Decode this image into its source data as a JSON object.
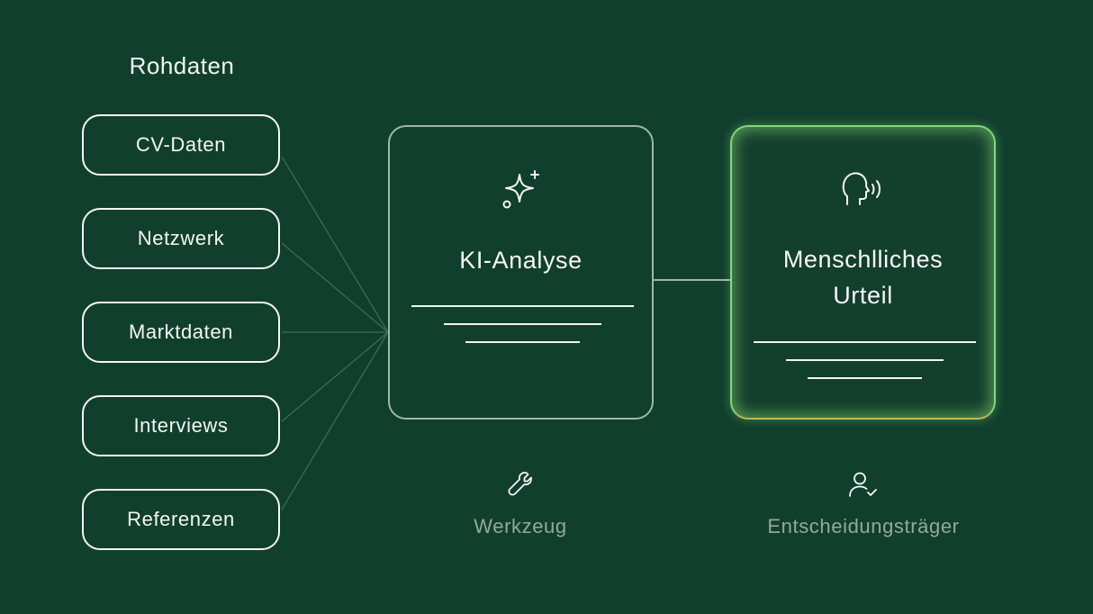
{
  "raw_data": {
    "heading": "Rohdaten",
    "items": [
      {
        "label": "CV-Daten"
      },
      {
        "label": "Netzwerk"
      },
      {
        "label": "Marktdaten"
      },
      {
        "label": "Interviews"
      },
      {
        "label": "Referenzen"
      }
    ]
  },
  "ai_card": {
    "title": "KI-Analyse",
    "icon": "sparkles-icon"
  },
  "human_card": {
    "title_line1": "Menschlliches",
    "title_line2": "Urteil",
    "icon": "head-speaking-icon"
  },
  "captions": {
    "tool": "Werkzeug",
    "tool_icon": "wrench-icon",
    "decision": "Entscheidungsträger",
    "decision_icon": "user-check-icon"
  },
  "colors": {
    "background": "#113f2e",
    "foreground": "#ffffff",
    "muted": "#93a89e",
    "glow": "#7fd97f",
    "glow_bottom": "#c7b453"
  }
}
